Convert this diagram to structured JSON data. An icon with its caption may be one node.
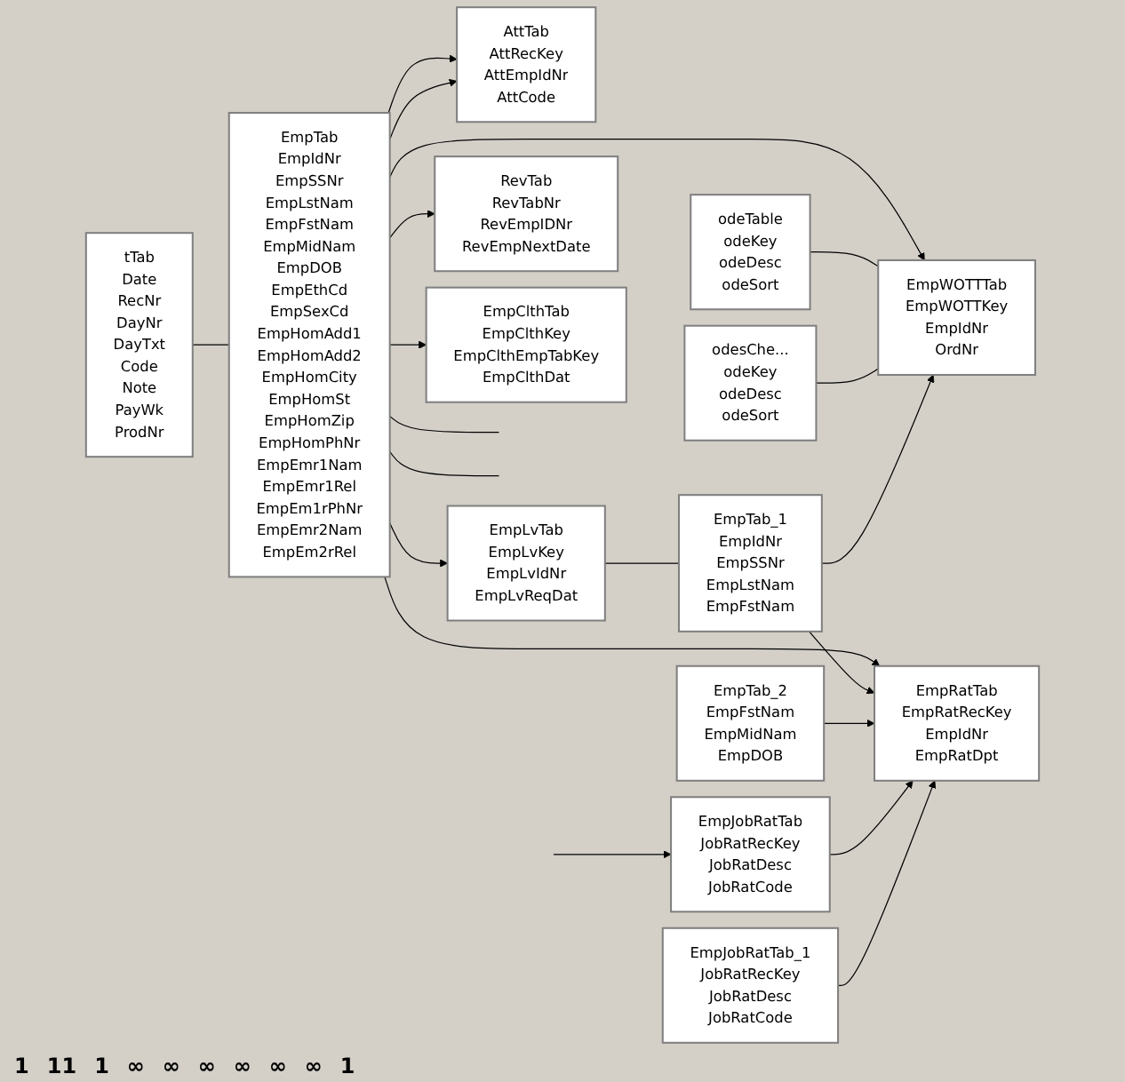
{
  "diagram": {
    "nodes": [
      {
        "text": [
          "tTab",
          "Date",
          "RecNr",
          "DayNr",
          "DayTxt",
          "Code",
          "Note",
          "PayWk",
          "ProdNr"
        ]
      },
      {
        "text": [
          "EmpTab",
          "EmpIdNr",
          "EmpSSNr",
          "EmpLstNam",
          "EmpFstNam",
          "EmpMidNam",
          "EmpDOB",
          "EmpEthCd",
          "EmpSexCd",
          "EmpHomAdd1",
          "EmpHomAdd2",
          "EmpHomCity",
          "EmpHomSt",
          "EmpHomZip",
          "EmpHomPhNr",
          "EmpEmr1Nam",
          "EmpEmr1Rel",
          "EmpEm1rPhNr",
          "EmpEmr2Nam",
          "EmpEm2rRel"
        ]
      },
      {
        "text": [
          "odeTable",
          "odeKey",
          "odeDesc",
          "odeSort"
        ]
      },
      {
        "text": [
          "odesChe...",
          "odeKey",
          "odeDesc",
          "odeSort"
        ]
      },
      {
        "text": [
          "EmpWOTTTab",
          "EmpWOTTKey",
          "EmpIdNr",
          "OrdNr"
        ]
      },
      {
        "text": [
          "AttTab",
          "AttRecKey",
          "AttEmpIdNr",
          "AttCode"
        ]
      },
      {
        "text": [
          "EmpLvTab",
          "EmpLvKey",
          "EmpLvIdNr",
          "EmpLvReqDat"
        ]
      },
      {
        "text": [
          "RevTab",
          "RevTabNr",
          "RevEmpIDNr",
          "RevEmpNextDate"
        ]
      },
      {
        "text": [
          "EmpRatTab",
          "EmpRatRecKey",
          "EmpIdNr",
          "EmpRatDpt"
        ]
      },
      {
        "text": [
          "EmpTab_1",
          "EmpIdNr",
          "EmpSSNr",
          "EmpLstNam",
          "EmpFstNam"
        ]
      },
      {
        "text": [
          "EmpJobRatTab",
          "JobRatRecKey",
          "JobRatDesc",
          "JobRatCode"
        ]
      },
      {
        "text": [
          "EmpJobRatTab_1",
          "JobRatRecKey",
          "JobRatDesc",
          "JobRatCode"
        ]
      },
      {
        "text": [
          "EmpTab_2",
          "EmpFstNam",
          "EmpMidNam",
          "EmpDOB"
        ]
      },
      {
        "text": [
          "EmpClthTab",
          "EmpClthKey",
          "EmpClthEmpTabKey",
          "EmpClthDat"
        ]
      }
    ],
    "edges": [
      {
        "from": 0,
        "to": 1,
        "arrow": "none"
      },
      {
        "from": 1,
        "to": 4,
        "arrow": "to"
      },
      {
        "from": 1,
        "to": null,
        "arrow": "none"
      },
      {
        "from": 1,
        "to": null,
        "arrow": "none"
      },
      {
        "from": 2,
        "to": 4,
        "arrow": "none"
      },
      {
        "from": 3,
        "to": 4,
        "arrow": "none"
      },
      {
        "from": 1,
        "to": 5,
        "arrow": "to"
      },
      {
        "from": 1,
        "to": 5,
        "arrow": "to"
      },
      {
        "from": 1,
        "to": 6,
        "arrow": "to"
      },
      {
        "from": 1,
        "to": 7,
        "arrow": "to"
      },
      {
        "from": 1,
        "to": 8,
        "arrow": "to"
      },
      {
        "from": 1,
        "to": 13,
        "arrow": "to"
      },
      {
        "from": 6,
        "to": 9,
        "arrow": "none"
      },
      {
        "from": 9,
        "to": 8,
        "arrow": "to"
      },
      {
        "from": 12,
        "to": 8,
        "arrow": "to"
      },
      {
        "from": 10,
        "to": 8,
        "arrow": "to"
      },
      {
        "from": 11,
        "to": 8,
        "arrow": "to"
      },
      {
        "from": null,
        "to": 10,
        "arrow": "to"
      },
      {
        "from": 9,
        "to": 4,
        "arrow": "to"
      }
    ],
    "labels": [
      "1",
      "11",
      "1",
      "∞",
      "∞",
      "∞",
      "∞",
      "∞",
      "∞",
      "1"
    ]
  }
}
